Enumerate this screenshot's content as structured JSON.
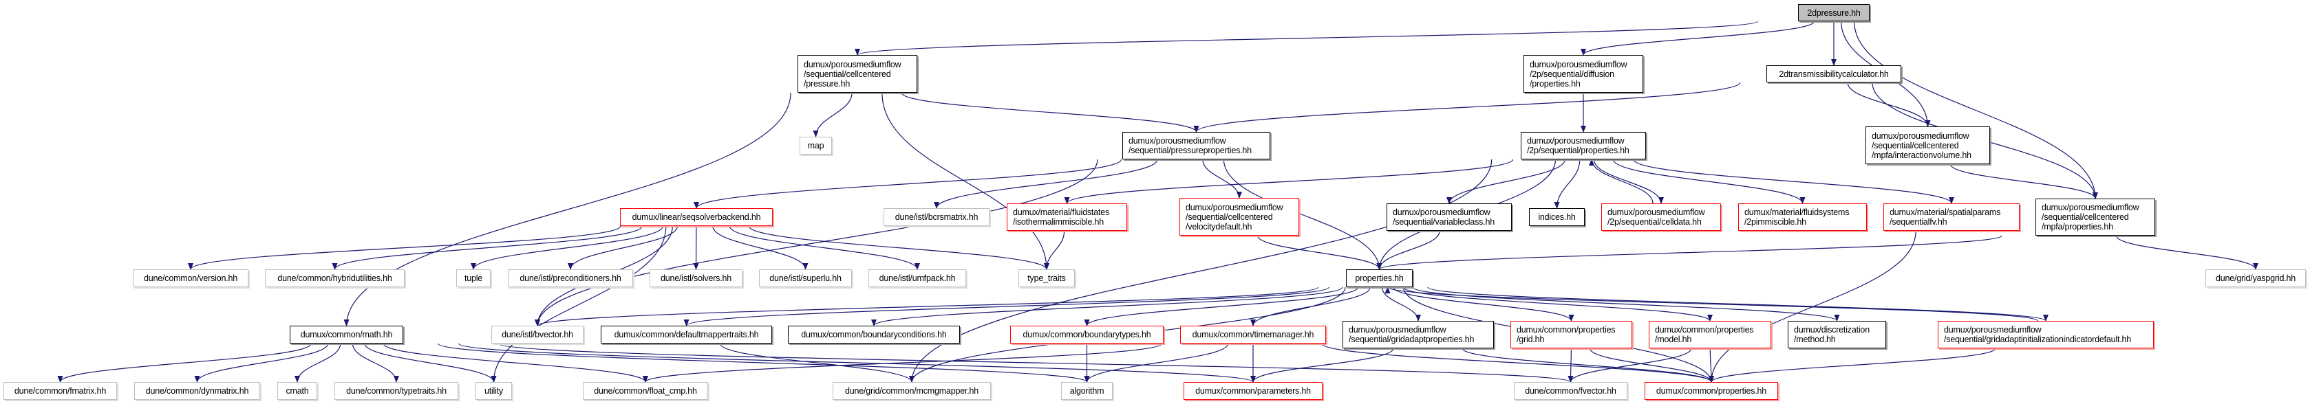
{
  "graph": {
    "edge_color": "#191970",
    "border_colors": {
      "normal": "#000000",
      "red": "#ff0000",
      "gray": "#bfbfbf",
      "root_fill": "#bfbfbf"
    },
    "nodes": [
      {
        "label": "2dpressure.hh",
        "style": "root"
      },
      {
        "label": "dumux/porousmediumflow\n/sequential/cellcentered\n/pressure.hh",
        "style": "normal"
      },
      {
        "label": "dumux/porousmediumflow\n/2p/sequential/diffusion\n/properties.hh",
        "style": "normal"
      },
      {
        "label": "2dtransmissibilitycalculator.hh",
        "style": "normal"
      },
      {
        "label": "dumux/porousmediumflow\n/sequential/cellcentered\n/mpfa/interactionvolume.hh",
        "style": "normal"
      },
      {
        "label": "dumux/porousmediumflow\n/sequential/cellcentered\n/mpfa/properties.hh",
        "style": "normal"
      },
      {
        "label": "map",
        "style": "gray"
      },
      {
        "label": "dumux/porousmediumflow\n/sequential/pressureproperties.hh",
        "style": "normal"
      },
      {
        "label": "dumux/porousmediumflow\n/2p/sequential/properties.hh",
        "style": "normal"
      },
      {
        "label": "dumux/linear/seqsolverbackend.hh",
        "style": "red"
      },
      {
        "label": "dune/istl/bcrsmatrix.hh",
        "style": "gray"
      },
      {
        "label": "dumux/material/fluidstates\n/isothermalimmiscible.hh",
        "style": "red"
      },
      {
        "label": "dumux/porousmediumflow\n/sequential/cellcentered\n/velocitydefault.hh",
        "style": "red"
      },
      {
        "label": "dumux/porousmediumflow\n/sequential/variableclass.hh",
        "style": "normal"
      },
      {
        "label": "indices.hh",
        "style": "normal"
      },
      {
        "label": "dumux/porousmediumflow\n/2p/sequential/celldata.hh",
        "style": "red"
      },
      {
        "label": "dumux/material/fluidsystems\n/2pimmiscible.hh",
        "style": "red"
      },
      {
        "label": "dumux/material/spatialparams\n/sequentialfv.hh",
        "style": "red"
      },
      {
        "label": "dune/grid/yaspgrid.hh",
        "style": "gray"
      },
      {
        "label": "dune/common/version.hh",
        "style": "gray"
      },
      {
        "label": "dune/common/hybridutilities.hh",
        "style": "gray"
      },
      {
        "label": "tuple",
        "style": "gray"
      },
      {
        "label": "dune/istl/preconditioners.hh",
        "style": "gray"
      },
      {
        "label": "dune/istl/solvers.hh",
        "style": "gray"
      },
      {
        "label": "dune/istl/superlu.hh",
        "style": "gray"
      },
      {
        "label": "dune/istl/umfpack.hh",
        "style": "gray"
      },
      {
        "label": "type_traits",
        "style": "gray"
      },
      {
        "label": "properties.hh",
        "style": "normal"
      },
      {
        "label": "dumux/common/math.hh",
        "style": "normal"
      },
      {
        "label": "dune/istl/bvector.hh",
        "style": "gray"
      },
      {
        "label": "dumux/common/defaultmappertraits.hh",
        "style": "normal"
      },
      {
        "label": "dumux/common/boundaryconditions.hh",
        "style": "normal"
      },
      {
        "label": "dumux/common/boundarytypes.hh",
        "style": "red"
      },
      {
        "label": "dumux/common/timemanager.hh",
        "style": "red"
      },
      {
        "label": "dumux/porousmediumflow\n/sequential/gridadaptproperties.hh",
        "style": "normal"
      },
      {
        "label": "dumux/common/properties\n/grid.hh",
        "style": "red"
      },
      {
        "label": "dumux/common/properties\n/model.hh",
        "style": "red"
      },
      {
        "label": "dumux/discretization\n/method.hh",
        "style": "normal"
      },
      {
        "label": "dumux/porousmediumflow\n/sequential/gridadaptinitializationindicatordefault.hh",
        "style": "red"
      },
      {
        "label": "dune/common/fmatrix.hh",
        "style": "gray"
      },
      {
        "label": "dune/common/dynmatrix.hh",
        "style": "gray"
      },
      {
        "label": "cmath",
        "style": "gray"
      },
      {
        "label": "dune/common/typetraits.hh",
        "style": "gray"
      },
      {
        "label": "utility",
        "style": "gray"
      },
      {
        "label": "dune/common/float_cmp.hh",
        "style": "gray"
      },
      {
        "label": "dune/grid/common/mcmgmapper.hh",
        "style": "gray"
      },
      {
        "label": "algorithm",
        "style": "gray"
      },
      {
        "label": "dumux/common/parameters.hh",
        "style": "red"
      },
      {
        "label": "dune/common/fvector.hh",
        "style": "gray"
      },
      {
        "label": "dumux/common/properties.hh",
        "style": "red"
      }
    ],
    "edges": [
      [
        0,
        1
      ],
      [
        0,
        2
      ],
      [
        0,
        3
      ],
      [
        0,
        4
      ],
      [
        0,
        5
      ],
      [
        1,
        6
      ],
      [
        1,
        7
      ],
      [
        1,
        28
      ],
      [
        1,
        26
      ],
      [
        2,
        8
      ],
      [
        3,
        7
      ],
      [
        3,
        4
      ],
      [
        3,
        5
      ],
      [
        4,
        5
      ],
      [
        5,
        27
      ],
      [
        5,
        18
      ],
      [
        7,
        9
      ],
      [
        7,
        10
      ],
      [
        7,
        12
      ],
      [
        7,
        27
      ],
      [
        7,
        29
      ],
      [
        8,
        11
      ],
      [
        8,
        27
      ],
      [
        8,
        13
      ],
      [
        8,
        14
      ],
      [
        8,
        15
      ],
      [
        8,
        16
      ],
      [
        8,
        17
      ],
      [
        8,
        45
      ],
      [
        15,
        8
      ],
      [
        9,
        19
      ],
      [
        9,
        20
      ],
      [
        9,
        21
      ],
      [
        9,
        22
      ],
      [
        9,
        23
      ],
      [
        9,
        24
      ],
      [
        9,
        25
      ],
      [
        9,
        26
      ],
      [
        9,
        43
      ],
      [
        9,
        29
      ],
      [
        11,
        26
      ],
      [
        12,
        27
      ],
      [
        13,
        27
      ],
      [
        17,
        49
      ],
      [
        27,
        29
      ],
      [
        27,
        30
      ],
      [
        27,
        31
      ],
      [
        27,
        32
      ],
      [
        27,
        33
      ],
      [
        27,
        34
      ],
      [
        27,
        35
      ],
      [
        27,
        36
      ],
      [
        27,
        37
      ],
      [
        27,
        38
      ],
      [
        27,
        45
      ],
      [
        27,
        49
      ],
      [
        38,
        27
      ],
      [
        38,
        49
      ],
      [
        28,
        39
      ],
      [
        28,
        40
      ],
      [
        28,
        41
      ],
      [
        28,
        42
      ],
      [
        28,
        43
      ],
      [
        28,
        44
      ],
      [
        28,
        48
      ],
      [
        28,
        47
      ],
      [
        28,
        46
      ],
      [
        30,
        45
      ],
      [
        32,
        46
      ],
      [
        33,
        44
      ],
      [
        33,
        46
      ],
      [
        33,
        47
      ],
      [
        33,
        49
      ],
      [
        34,
        47
      ],
      [
        34,
        49
      ],
      [
        35,
        48
      ],
      [
        35,
        49
      ],
      [
        36,
        48
      ],
      [
        36,
        49
      ]
    ]
  }
}
